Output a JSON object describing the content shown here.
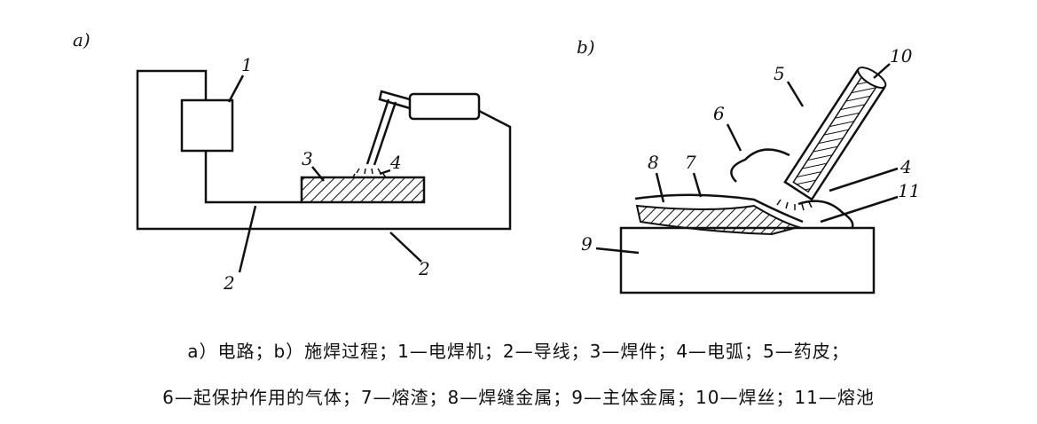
{
  "diagram": {
    "panel_a": {
      "tag": "a)",
      "labels": [
        "1",
        "2",
        "2",
        "3",
        "4"
      ]
    },
    "panel_b": {
      "tag": "b)",
      "labels": [
        "4",
        "5",
        "6",
        "7",
        "8",
        "9",
        "10",
        "11"
      ]
    }
  },
  "caption": {
    "line1": "a）电路；b）施焊过程；1—电焊机；2—导线；3—焊件；4—电弧；5—药皮；",
    "line2": "6—起保护作用的气体；7—熔渣；8—焊缝金属；9—主体金属；10—焊丝；11—熔池"
  }
}
